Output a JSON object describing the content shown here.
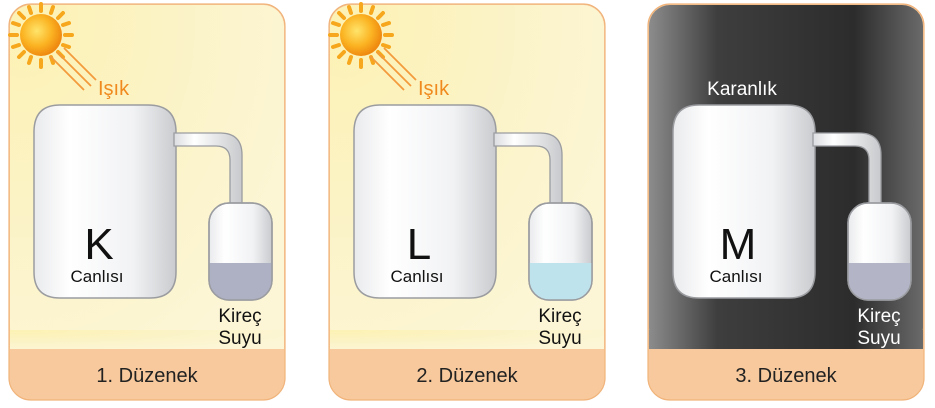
{
  "panels": [
    {
      "caption": "1. Düzenek",
      "condition": "Işık",
      "organism_letter": "K",
      "organism_word": "Canlısı",
      "liquid_line1": "Kireç",
      "liquid_line2": "Suyu",
      "theme": "light",
      "liquid_color": "#aeb0c4"
    },
    {
      "caption": "2. Düzenek",
      "condition": "Işık",
      "organism_letter": "L",
      "organism_word": "Canlısı",
      "liquid_line1": "Kireç",
      "liquid_line2": "Suyu",
      "theme": "light",
      "liquid_color": "#bfe3ec"
    },
    {
      "caption": "3. Düzenek",
      "condition": "Karanlık",
      "organism_letter": "M",
      "organism_word": "Canlısı",
      "liquid_line1": "Kireç",
      "liquid_line2": "Suyu",
      "theme": "dark",
      "liquid_color": "#b3b4c6"
    }
  ],
  "colors": {
    "caption_band": "#f8c99c",
    "panel_border": "#f0b37a",
    "light_text": "#f08a1e",
    "dark_bg": "#3c3c3c"
  }
}
